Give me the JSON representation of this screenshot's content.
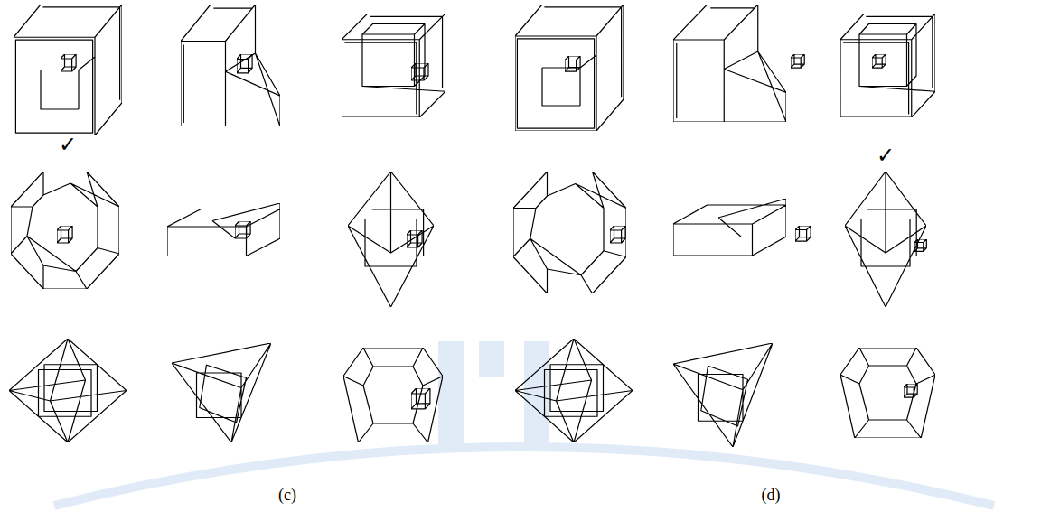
{
  "diagram": {
    "labels": [
      "✓",
      "✓",
      "(c)",
      "(d)"
    ]
  }
}
